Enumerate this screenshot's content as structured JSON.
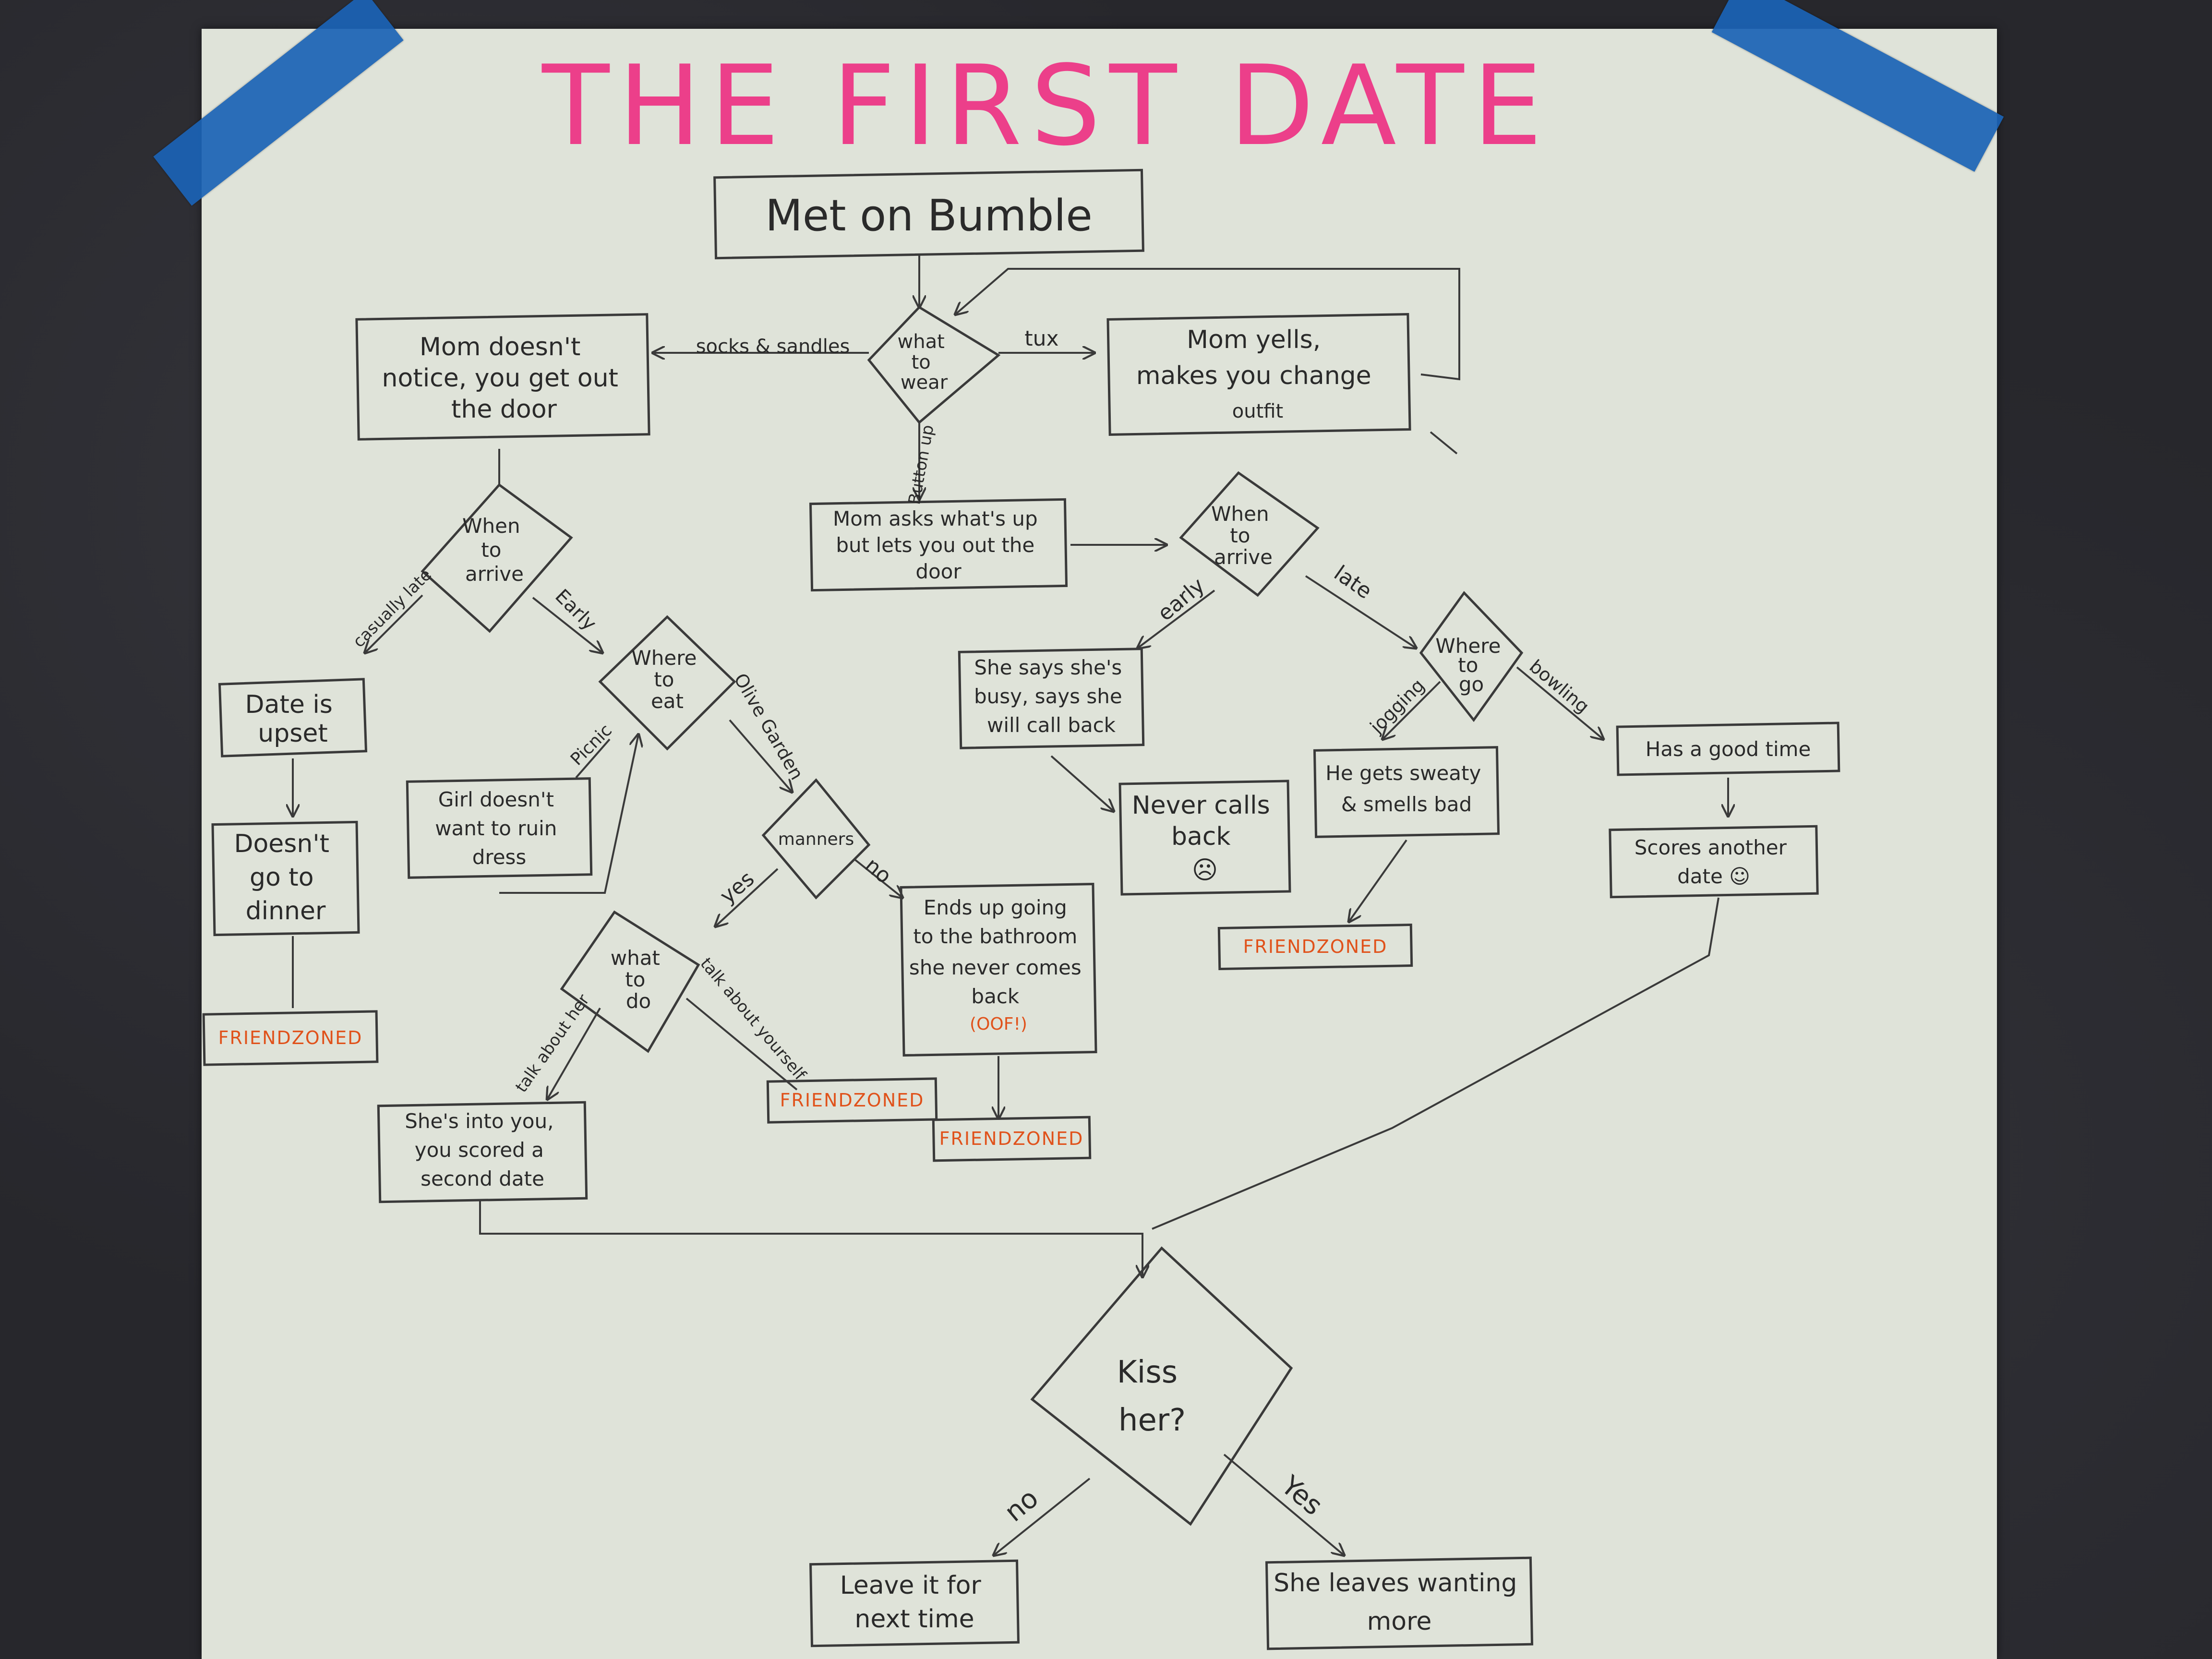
{
  "title": "THE FIRST DATE",
  "nodes": {
    "start": "Met on Bumble",
    "what_to_wear": [
      "what",
      "to",
      "wear"
    ],
    "mom_doesnt_notice": [
      "Mom doesn't",
      "notice, you get out",
      "the door"
    ],
    "mom_yells": [
      "Mom yells,",
      "makes you change",
      "outfit"
    ],
    "mom_asks": [
      "Mom asks what's up",
      "but lets you out the",
      "door"
    ],
    "when_arrive_left": [
      "When",
      "to",
      "arrive"
    ],
    "when_arrive_right": [
      "When",
      "to",
      "arrive"
    ],
    "date_upset": [
      "Date is",
      "upset"
    ],
    "doesnt_go_dinner": [
      "Doesn't",
      "go to",
      "dinner"
    ],
    "where_eat": [
      "Where",
      "to",
      "eat"
    ],
    "girl_dress": [
      "Girl doesn't",
      "want to ruin",
      "dress"
    ],
    "manners": "manners",
    "what_to_do": [
      "what",
      "to",
      "do"
    ],
    "ends_up_bathroom": [
      "Ends up going",
      "to the bathroom",
      "she never comes",
      "back",
      "(OOF!)"
    ],
    "shes_into_you": [
      "She's into you,",
      "you scored a",
      "second date"
    ],
    "she_says_busy": [
      "She says she's",
      "busy, says she",
      "will call back"
    ],
    "never_calls": [
      "Never calls",
      "back",
      "☹"
    ],
    "where_go": [
      "Where",
      "to",
      "go"
    ],
    "gets_sweaty": [
      "He gets sweaty",
      "& smells bad"
    ],
    "good_time": "Has a good time",
    "scores_date": [
      "Scores another",
      "date ☺"
    ],
    "kiss_her": [
      "Kiss",
      "her?"
    ],
    "leave_next_time": [
      "Leave it for",
      "next time"
    ],
    "leaves_wanting": [
      "She leaves wanting",
      "more"
    ]
  },
  "edge_labels": {
    "socks": "socks & sandles",
    "tux": "tux",
    "button_up": "Button up",
    "casually_late": "casually late",
    "early_left": "Early",
    "picnic": "Picnic",
    "olive_garden": "Olive Garden",
    "yes_manners": "yes",
    "no_manners": "no",
    "talk_her": "talk about her",
    "talk_yourself": "talk about yourself",
    "early_right": "early",
    "late_right": "late",
    "jogging": "jogging",
    "bowling": "bowling",
    "no_kiss": "no",
    "yes_kiss": "Yes"
  },
  "friendzoned_label": "FRIENDZONED",
  "colors": {
    "title": "#ec3f8a",
    "ink": "#2a2a2a",
    "friendzoned": "#e0521b",
    "paper": "#dfe3d9",
    "tape": "#1b63b6"
  }
}
